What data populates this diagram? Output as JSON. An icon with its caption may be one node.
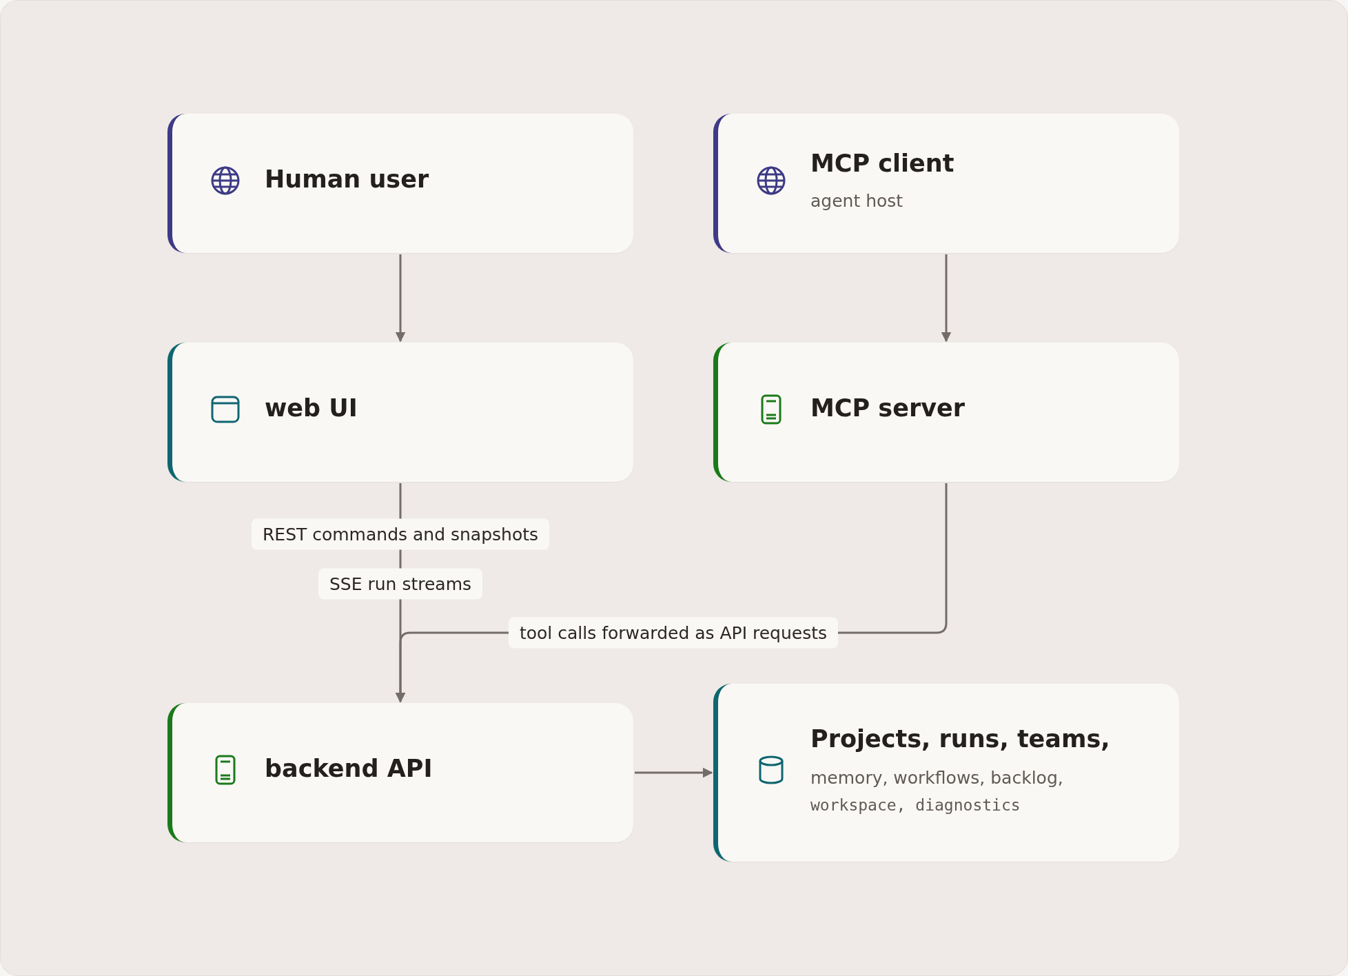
{
  "diagram": {
    "nodes": [
      {
        "text": [
          "Human user"
        ]
      },
      {
        "text": [
          "MCP client",
          "agent host"
        ]
      },
      {
        "text": [
          "web UI"
        ]
      },
      {
        "text": [
          "MCP server"
        ]
      },
      {
        "text": [
          "backend API"
        ]
      },
      {
        "text": [
          "Projects, runs, teams,",
          "memory, workflows, backlog,",
          "workspace, diagnostics"
        ]
      }
    ],
    "edges": [
      {
        "from": 0,
        "to": 2,
        "arrow": "to"
      },
      {
        "from": 1,
        "to": 3,
        "arrow": "to"
      },
      {
        "from": 2,
        "to": 4,
        "arrow": "to",
        "label": "REST commands and snapshots"
      },
      {
        "from": 3,
        "to": 4,
        "arrow": "to",
        "label": "tool calls forwarded as API requests"
      },
      {
        "from": 4,
        "to": 5,
        "arrow": "to"
      }
    ],
    "labels": [
      "SSE run streams"
    ]
  }
}
